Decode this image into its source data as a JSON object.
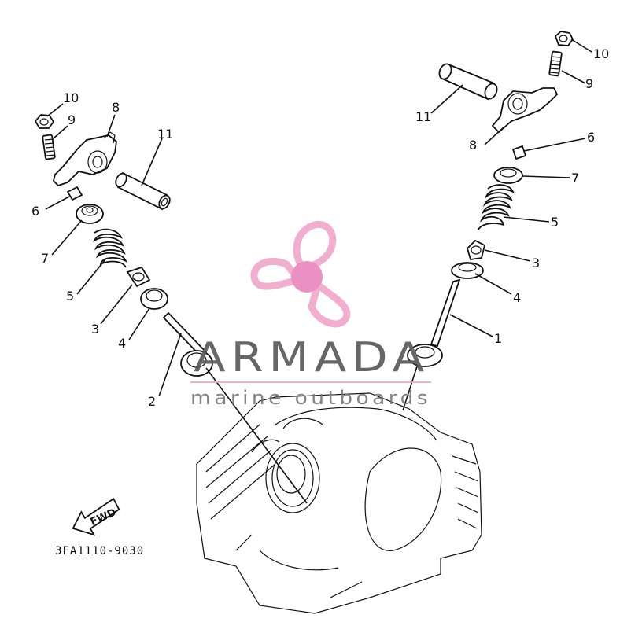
{
  "diagram": {
    "drawing_code": "3FA1110-9030",
    "direction_label": "FWD",
    "callouts": {
      "left": [
        "10",
        "9",
        "8",
        "11",
        "6",
        "7",
        "5",
        "3",
        "4",
        "2"
      ],
      "right": [
        "10",
        "9",
        "11",
        "8",
        "6",
        "7",
        "5",
        "3",
        "4",
        "1"
      ]
    }
  },
  "watermark": {
    "brand": "ARMADA",
    "tagline": "marine outboards",
    "logo": "propeller-logo",
    "colors": {
      "logo": "#f0a8cc",
      "logo_hub": "#e987bd",
      "text": "#5a5a5a"
    }
  }
}
